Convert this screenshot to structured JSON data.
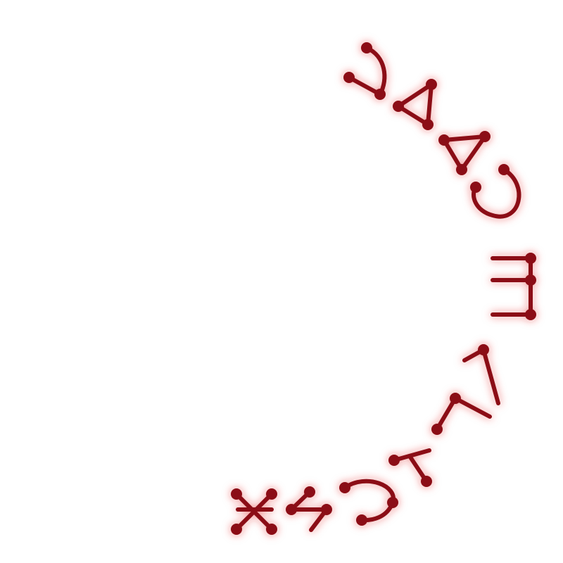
{
  "glyph_color": "#8b1014",
  "glow_color": "#e02020",
  "glyphs": [
    {
      "name": "hook-glyph"
    },
    {
      "name": "triangle-glyph-1"
    },
    {
      "name": "triangle-glyph-2"
    },
    {
      "name": "c-glyph"
    },
    {
      "name": "comb-glyph"
    },
    {
      "name": "tee-glyph-1"
    },
    {
      "name": "tee-glyph-2"
    },
    {
      "name": "tee-glyph-3"
    },
    {
      "name": "c-glyph-2"
    },
    {
      "name": "s-glyph"
    },
    {
      "name": "x-glyph"
    }
  ]
}
